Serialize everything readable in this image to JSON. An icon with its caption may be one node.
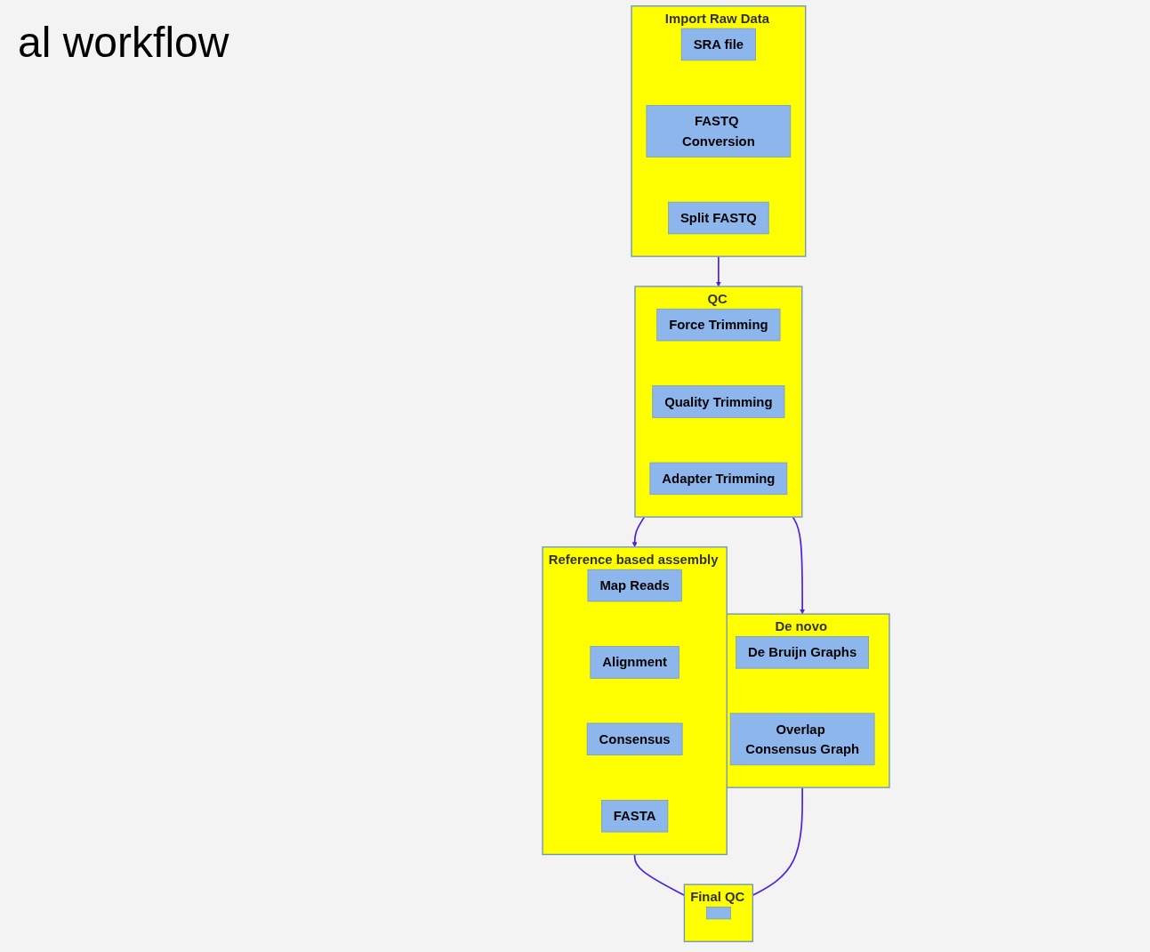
{
  "diagram": {
    "title": "al workflow",
    "nodes": [
      {
        "text": [
          "Import Raw Data"
        ]
      },
      {
        "text": [
          "SRA file"
        ],
        "in": 0
      },
      {
        "text": [
          "FASTQ Conversion"
        ],
        "in": 0
      },
      {
        "text": [
          "Split FASTQ"
        ],
        "in": 0
      },
      {
        "text": [
          "QC"
        ]
      },
      {
        "text": [
          "Force Trimming"
        ],
        "in": 4
      },
      {
        "text": [
          "Quality Trimming"
        ],
        "in": 4
      },
      {
        "text": [
          "Adapter Trimming"
        ],
        "in": 4
      },
      {
        "text": [
          "Reference based assembly"
        ]
      },
      {
        "text": [
          "Map Reads"
        ],
        "in": 8
      },
      {
        "text": [
          "Alignment"
        ],
        "in": 8
      },
      {
        "text": [
          "Consensus"
        ],
        "in": 8
      },
      {
        "text": [
          "FASTA"
        ],
        "in": 8
      },
      {
        "text": [
          "De novo"
        ]
      },
      {
        "text": [
          "De Bruijn Graphs"
        ],
        "in": 13
      },
      {
        "text": [
          "Overlap Consensus Graph"
        ],
        "in": 13
      },
      {
        "text": [
          "Final QC"
        ]
      },
      {
        "text": [],
        "shape": "box",
        "in": 16
      }
    ],
    "edges": [
      {
        "from": 0,
        "to": 4,
        "arrow": "to"
      },
      {
        "from": 4,
        "to": 8,
        "arrow": "to"
      },
      {
        "from": 4,
        "to": 13,
        "arrow": "to"
      },
      {
        "from": 8,
        "to": 16,
        "arrow": "to"
      },
      {
        "from": 13,
        "to": 16,
        "arrow": "to"
      }
    ]
  }
}
